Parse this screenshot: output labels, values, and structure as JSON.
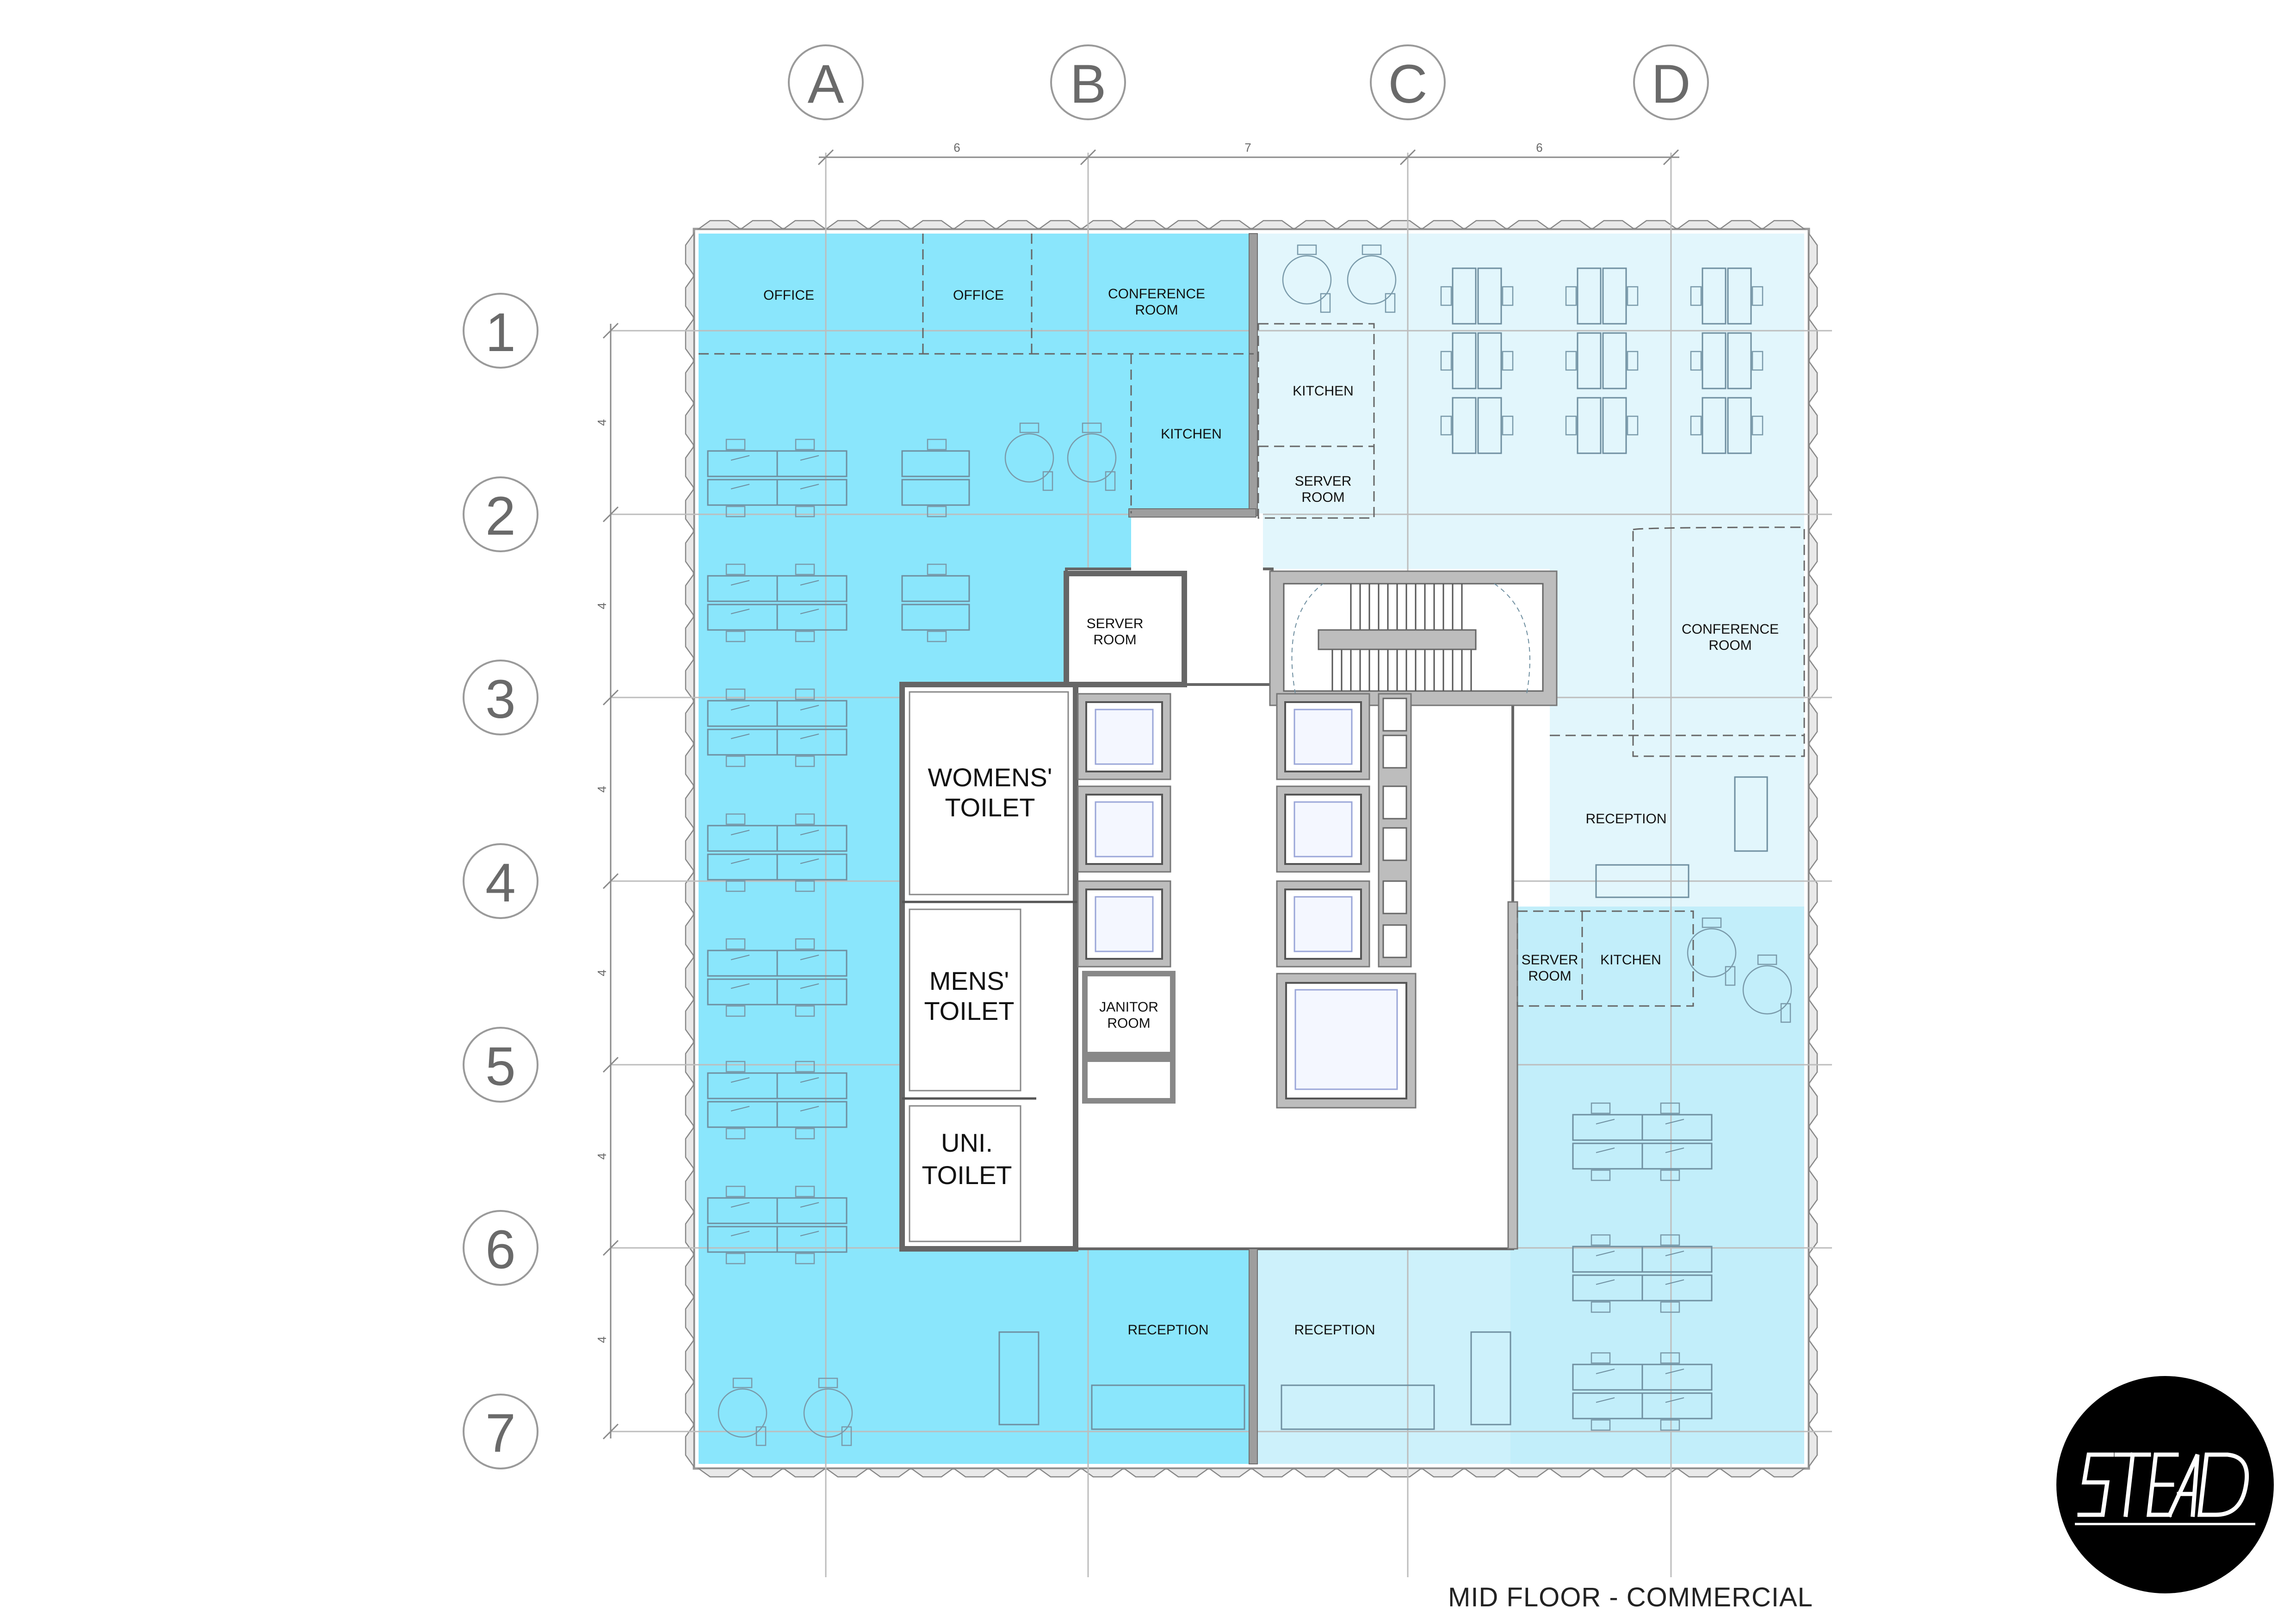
{
  "grid": {
    "columns": [
      "A",
      "B",
      "C",
      "D"
    ],
    "rows": [
      "1",
      "2",
      "3",
      "4",
      "5",
      "6",
      "7"
    ],
    "column_spacings": [
      "6",
      "7",
      "6"
    ],
    "row_spacings": [
      "4",
      "4",
      "4",
      "4",
      "4",
      "4"
    ]
  },
  "rooms": {
    "office_1": "OFFICE",
    "office_2": "OFFICE",
    "conference_nw": [
      "CONFERENCE",
      "ROOM"
    ],
    "kitchen_nw": "KITCHEN",
    "kitchen_n": "KITCHEN",
    "server_n": [
      "SERVER",
      "ROOM"
    ],
    "server_core": [
      "SERVER",
      "ROOM"
    ],
    "conference_e": [
      "CONFERENCE",
      "ROOM"
    ],
    "reception_e": "RECEPTION",
    "server_se": [
      "SERVER",
      "ROOM"
    ],
    "kitchen_se": "KITCHEN",
    "womens_toilet": [
      "WOMENS'",
      "TOILET"
    ],
    "mens_toilet": [
      "MENS'",
      "TOILET"
    ],
    "uni_toilet": [
      "UNI.",
      "TOILET"
    ],
    "janitor_room": [
      "JANITOR",
      "ROOM"
    ],
    "reception_sw": "RECEPTION",
    "reception_s": "RECEPTION"
  },
  "colors": {
    "tenant_west": "#8ae6fc",
    "tenant_ne": "#e2f6fc",
    "tenant_se": "#c2eefa",
    "tenant_s": "#cdf1fb",
    "core_wall": "#bdbdbd"
  },
  "plan_title": "MID FLOOR - COMMERCIAL",
  "logo_text": "STEAD"
}
